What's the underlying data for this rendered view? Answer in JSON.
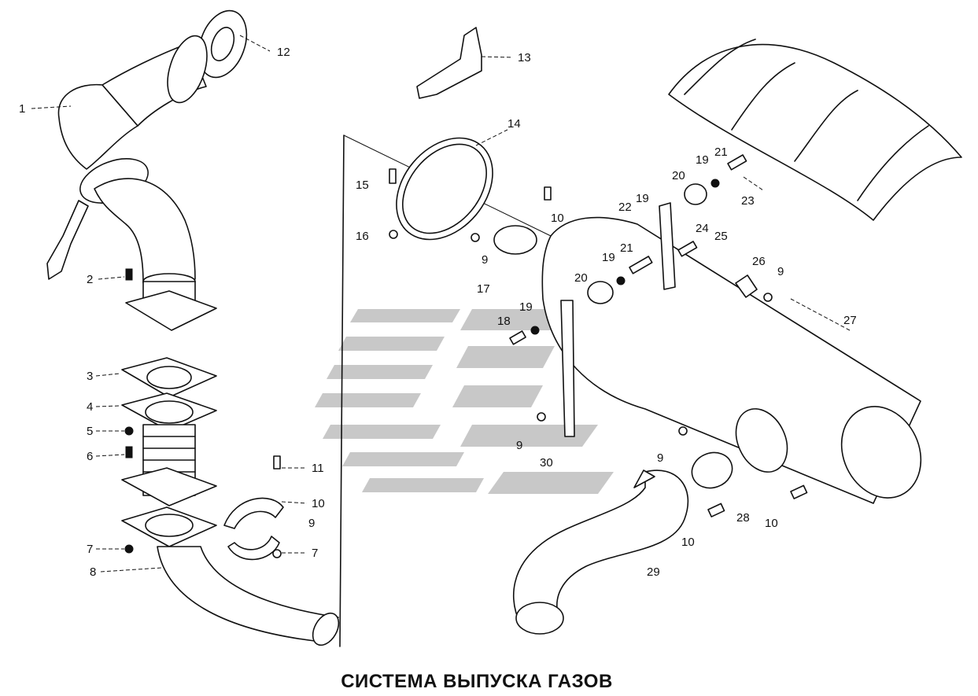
{
  "title": "СИСТЕМА ВЫПУСКА ГАЗОВ",
  "callouts": [
    "1",
    "2",
    "3",
    "4",
    "5",
    "6",
    "7",
    "8",
    "12",
    "13",
    "14",
    "15",
    "16",
    "9",
    "17",
    "10",
    "11",
    "10",
    "9",
    "7",
    "18",
    "19",
    "20",
    "19",
    "21",
    "22",
    "19",
    "20",
    "19",
    "21",
    "23",
    "24",
    "25",
    "26",
    "9",
    "27",
    "9",
    "30",
    "9",
    "28",
    "10",
    "10",
    "29"
  ]
}
